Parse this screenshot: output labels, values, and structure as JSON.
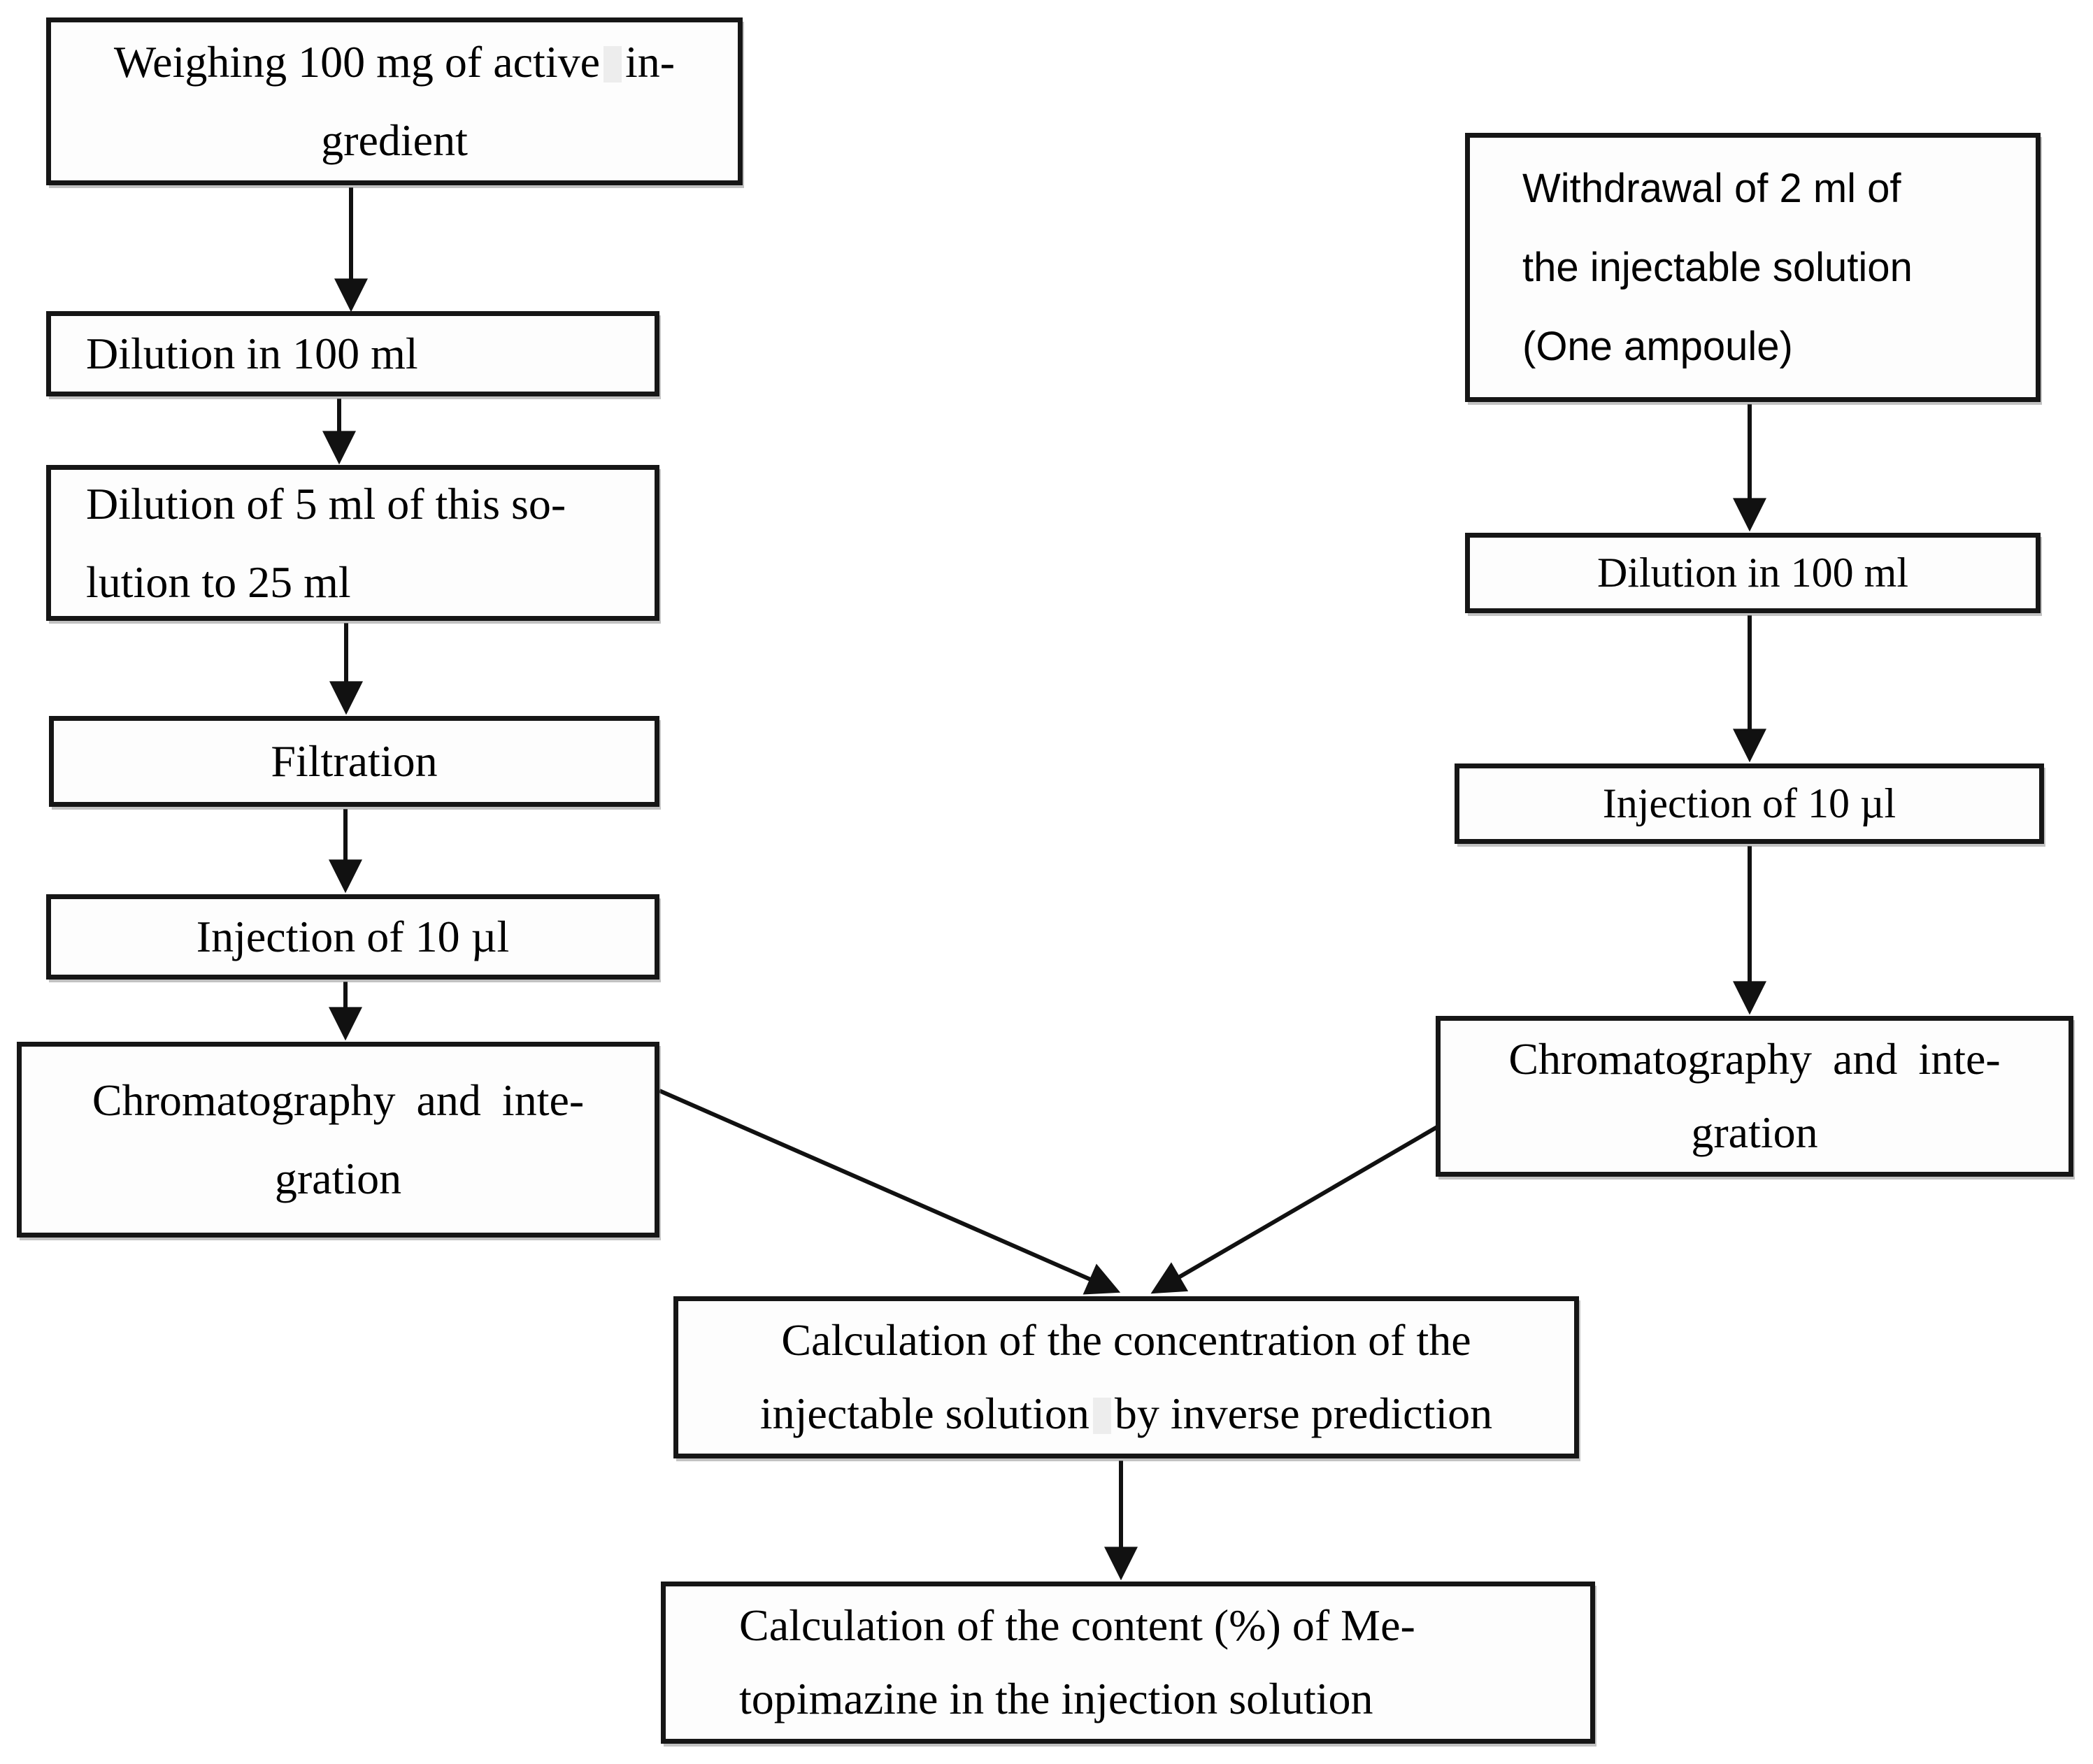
{
  "colors": {
    "background": "#ffffff",
    "box_border": "#161616",
    "box_fill": "#fdfdfd",
    "text": "#000000",
    "arrow": "#111111",
    "highlight_artifact": "#ededed"
  },
  "flowchart": {
    "left_branch": {
      "weighing": {
        "line1_before_highlight": "Weighing 100 mg of active",
        "line1_after_highlight": "in-",
        "line2": "gredient"
      },
      "dilution_100": {
        "label": "Dilution in 100 ml"
      },
      "dilution_5_to_25": {
        "line1": "Dilution of 5 ml of this so-",
        "line2": "lution to 25 ml"
      },
      "filtration": {
        "label": "Filtration"
      },
      "injection": {
        "label": "Injection of 10 µl"
      },
      "chromatography": {
        "line1": "Chromatography and inte-",
        "line2": "gration"
      }
    },
    "right_branch": {
      "withdrawal": {
        "line1": "Withdrawal of 2 ml of",
        "line2": "the injectable solution",
        "line3": "(One ampoule)"
      },
      "dilution_100": {
        "label": "Dilution in 100 ml"
      },
      "injection": {
        "label": "Injection of 10 µl"
      },
      "chromatography": {
        "line1": "Chromatography and inte-",
        "line2": "gration"
      }
    },
    "merged": {
      "concentration": {
        "line1": "Calculation of the concentration of the",
        "line2_before_highlight": "injectable solution",
        "line2_after_highlight": "by inverse prediction"
      },
      "content": {
        "line1": "Calculation of the content (%) of Me-",
        "line2": "topimazine in the injection solution"
      }
    }
  }
}
